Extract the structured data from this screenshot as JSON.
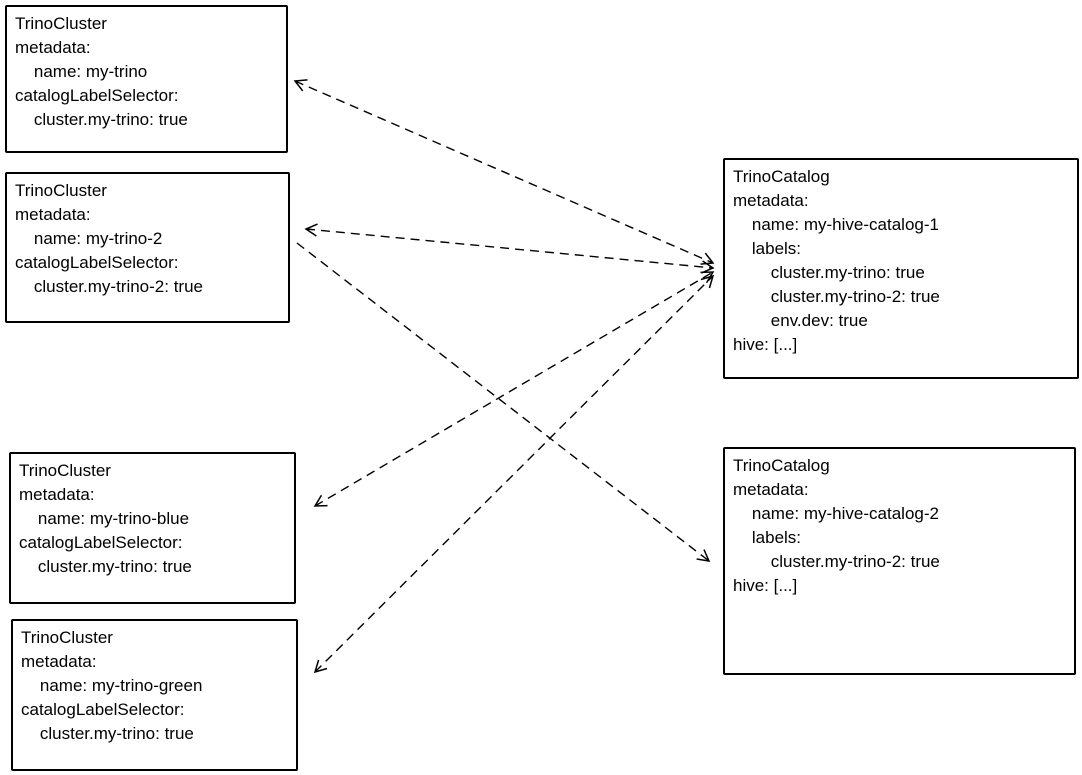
{
  "canvas": {
    "background": "#ffffff",
    "stroke_color": "#000000"
  },
  "boxes": {
    "cluster1": {
      "title": "TrinoCluster",
      "body": "metadata:\n    name: my-trino\ncatalogLabelSelector:\n    cluster.my-trino: true"
    },
    "cluster2": {
      "title": "TrinoCluster",
      "body": "metadata:\n    name: my-trino-2\ncatalogLabelSelector:\n    cluster.my-trino-2: true"
    },
    "cluster3": {
      "title": "TrinoCluster",
      "body": "metadata:\n    name: my-trino-blue\ncatalogLabelSelector:\n    cluster.my-trino: true"
    },
    "cluster4": {
      "title": "TrinoCluster",
      "body": "metadata:\n    name: my-trino-green\ncatalogLabelSelector:\n    cluster.my-trino: true"
    },
    "catalog1": {
      "title": "TrinoCatalog",
      "body": "metadata:\n    name: my-hive-catalog-1\n    labels:\n        cluster.my-trino: true\n        cluster.my-trino-2: true\n        env.dev: true\nhive: [...]"
    },
    "catalog2": {
      "title": "TrinoCatalog",
      "body": "metadata:\n    name: my-hive-catalog-2\n    labels:\n        cluster.my-trino-2: true\nhive: [...]"
    }
  },
  "edges": [
    {
      "between": [
        "my-hive-catalog-1",
        "my-trino"
      ],
      "style": "dashed",
      "arrows": "both"
    },
    {
      "between": [
        "my-hive-catalog-1",
        "my-trino-2"
      ],
      "style": "dashed",
      "arrows": "both"
    },
    {
      "between": [
        "my-hive-catalog-1",
        "my-trino-blue"
      ],
      "style": "dashed",
      "arrows": "both"
    },
    {
      "between": [
        "my-hive-catalog-1",
        "my-trino-green"
      ],
      "style": "dashed",
      "arrows": "both"
    },
    {
      "between": [
        "my-trino-2",
        "my-hive-catalog-2"
      ],
      "style": "dashed",
      "arrows": "end"
    }
  ]
}
